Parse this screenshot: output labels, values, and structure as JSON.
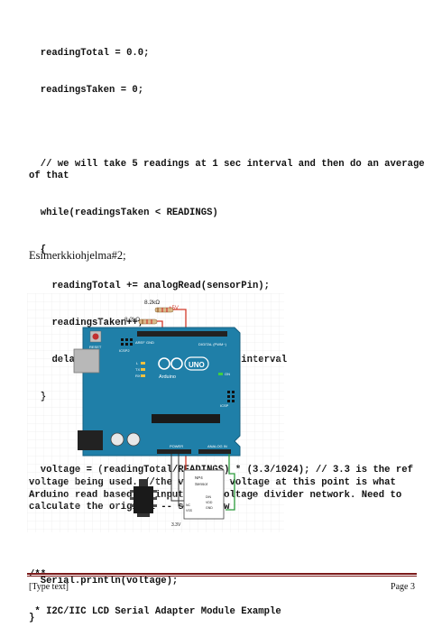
{
  "code_lines": [
    "  readingTotal = 0.0;",
    "  readingsTaken = 0;",
    "",
    "  // we will take 5 readings at 1 sec interval and then do an average of that",
    "  while(readingsTaken < READINGS)",
    "  {",
    "    readingTotal += analogRead(sensorPin);",
    "    readingsTaken++;",
    "    delay(1000); //at every 1 second interval",
    "  }",
    "",
    "  voltage = (readingTotal/READINGS) * (3.3/1024); // 3.3 is the ref voltage being used. //the value in voltage at this point is what Arduino read based on input from voltage divider network. Need to calculate the original -- see below",
    "",
    "  Serial.println(voltage);",
    "}"
  ],
  "caption": "Esimerkkiohjelma#2;",
  "figure": {
    "resistor_top": "8.2kΩ",
    "resistor_left": "8.2kΩ",
    "supply": "+5V",
    "reset": "RESET",
    "aref": "AREF",
    "gnd": "GND",
    "icsp": "ICSP",
    "icsp2": "ICSP2",
    "digital": "DIGITAL (PWM~)",
    "tx": "TX",
    "rx": "RX",
    "l": "L",
    "on": "ON",
    "uno": "UNO",
    "arduino": "Arduino",
    "power": "POWER",
    "analog": "ANALOG IN",
    "sensor_l1": "NP4",
    "sensor_l2": "Sensor",
    "pin_lbl1": "DIN",
    "pin_lbl2": "VDD",
    "pin_lbl3": "GND",
    "pin_lbl4": "NC",
    "pin_lbl5": "VSS",
    "volt_label": "3.3V",
    "colors": {
      "board": "#1f7fa8",
      "board_dark": "#155f80",
      "wire_red": "#d23a2a",
      "wire_green": "#2a9a3a"
    }
  },
  "code2_lines": [
    "/**",
    " * I2C/IIC LCD Serial Adapter Module Example"
  ],
  "footer": {
    "left": "[Type text]",
    "right": "Page 3"
  }
}
